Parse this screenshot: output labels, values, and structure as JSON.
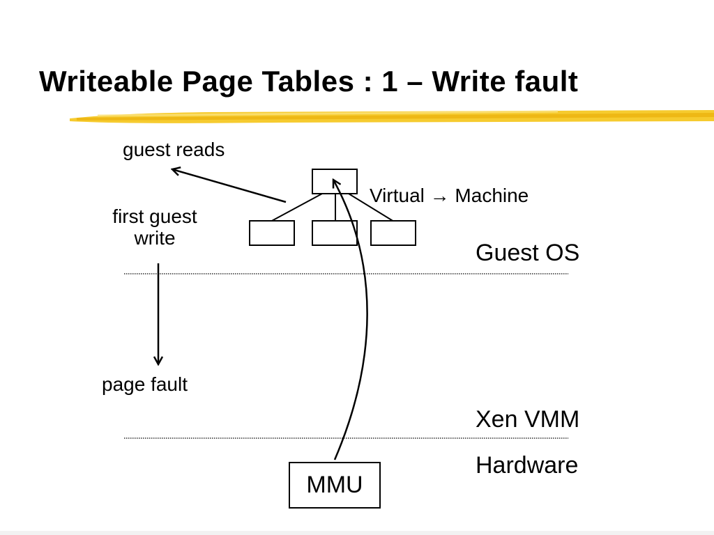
{
  "slide": {
    "title": "Writeable Page Tables : 1 – Write fault",
    "highlight_color": "#F5C518"
  },
  "labels": {
    "guest_reads": "guest reads",
    "first_guest_write_line1": "first guest",
    "first_guest_write_line2": "write",
    "virtual_machine": "Virtual → Machine",
    "guest_os": "Guest OS",
    "page_fault": "page fault",
    "xen_vmm": "Xen VMM",
    "hardware": "Hardware",
    "mmu": "MMU"
  }
}
